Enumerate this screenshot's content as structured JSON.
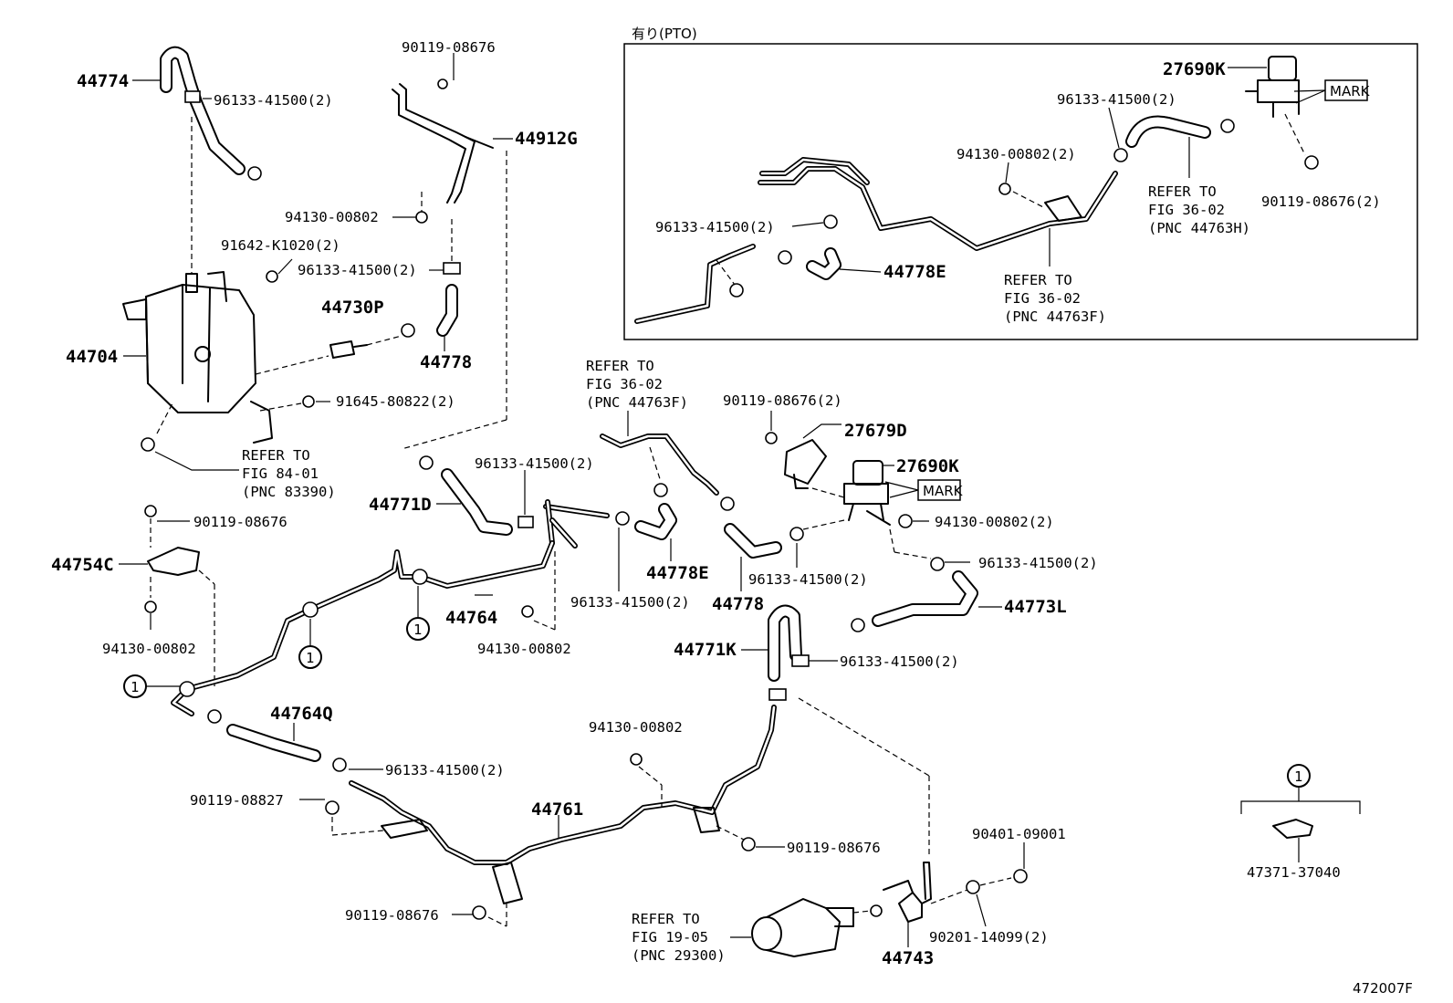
{
  "figure_id": "472007F",
  "inset": {
    "title": "有り(PTO)"
  },
  "labels": {
    "l_44774": "44774",
    "l_96133_1": "96133-41500(2)",
    "l_90119_top": "90119-08676",
    "l_44912G": "44912G",
    "l_94130_top": "94130-00802",
    "l_91642": "91642-K1020(2)",
    "l_96133_2": "96133-41500(2)",
    "l_44730P": "44730P",
    "l_44704": "44704",
    "l_44778_a": "44778",
    "l_91645": "91645-80822(2)",
    "l_refer8401_1": "REFER TO",
    "l_refer8401_2": "FIG 84-01",
    "l_refer8401_3": "(PNC 83390)",
    "l_90119_mid": "90119-08676",
    "l_44754C": "44754C",
    "l_94130_left": "94130-00802",
    "l_44771D": "44771D",
    "l_96133_3": "96133-41500(2)",
    "l_refer3602_1": "REFER TO",
    "l_refer3602_2": "FIG 36-02",
    "l_refer3602_3": "(PNC 44763F)",
    "l_90119_2": "90119-08676(2)",
    "l_27679D": "27679D",
    "l_27690K": "27690K",
    "l_mark": "MARK",
    "l_94130_2": "94130-00802(2)",
    "l_96133_4": "96133-41500(2)",
    "l_44778E": "44778E",
    "l_96133_5": "96133-41500(2)",
    "l_44778_b": "44778",
    "l_96133_6": "96133-41500(2)",
    "l_44773L": "44773L",
    "l_44764": "44764",
    "l_94130_mid": "94130-00802",
    "l_44771K": "44771K",
    "l_96133_7": "96133-41500(2)",
    "l_44764Q": "44764Q",
    "l_96133_8": "96133-41500(2)",
    "l_90119_08827": "90119-08827",
    "l_94130_low": "94130-00802",
    "l_44761": "44761",
    "l_90119_low": "90119-08676",
    "l_90401": "90401-09001",
    "l_90119_bot": "90119-08676",
    "l_refer1905_1": "REFER TO",
    "l_refer1905_2": "FIG 19-05",
    "l_refer1905_3": "(PNC 29300)",
    "l_90201": "90201-14099(2)",
    "l_44743": "44743",
    "l_47371": "47371-37040",
    "c_1": "1",
    "i_27690K": "27690K",
    "i_mark": "MARK",
    "i_96133_a": "96133-41500(2)",
    "i_94130": "94130-00802(2)",
    "i_refer_h1": "REFER TO",
    "i_refer_h2": "FIG 36-02",
    "i_refer_h3": "(PNC 44763H)",
    "i_90119": "90119-08676(2)",
    "i_96133_b": "96133-41500(2)",
    "i_44778E": "44778E",
    "i_refer_f1": "REFER TO",
    "i_refer_f2": "FIG 36-02",
    "i_refer_f3": "(PNC 44763F)"
  }
}
